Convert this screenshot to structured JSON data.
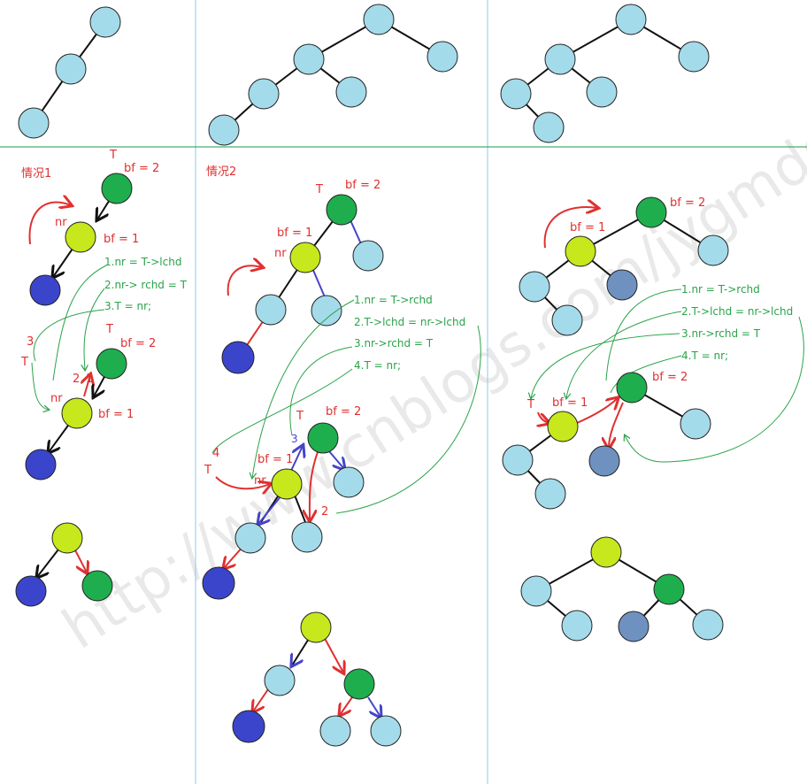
{
  "colors": {
    "light_blue": "#a4dbea",
    "green": "#1fae4e",
    "yellow_green": "#c6e81c",
    "blue": "#3b45cc",
    "slate": "#6f91c0",
    "red": "#e03030",
    "annot_green": "#2aa34a",
    "blue_arrow": "#4444cc"
  },
  "watermark": "http://www.cnblogs.com/jygmdsj",
  "sections": {
    "case1_title": "情况1",
    "case2_title": "情况2"
  },
  "labels": {
    "T": "T",
    "nr": "nr",
    "bf2": "bf = 2",
    "bf1": "bf = 1",
    "n1": "1",
    "n2": "2",
    "n3": "3",
    "n4": "4"
  },
  "case1_steps": [
    "1.nr = T->lchd",
    "2.nr-> rchd = T",
    "3.T = nr;"
  ],
  "case2_steps": [
    "1.nr = T->rchd",
    "2.T->lchd = nr->lchd",
    "3.nr->rchd = T",
    "4.T = nr;"
  ],
  "case3_steps": [
    "1.nr = T->rchd",
    "2.T->lchd = nr->lchd",
    "3.nr->rchd = T",
    "4.T = nr;"
  ]
}
